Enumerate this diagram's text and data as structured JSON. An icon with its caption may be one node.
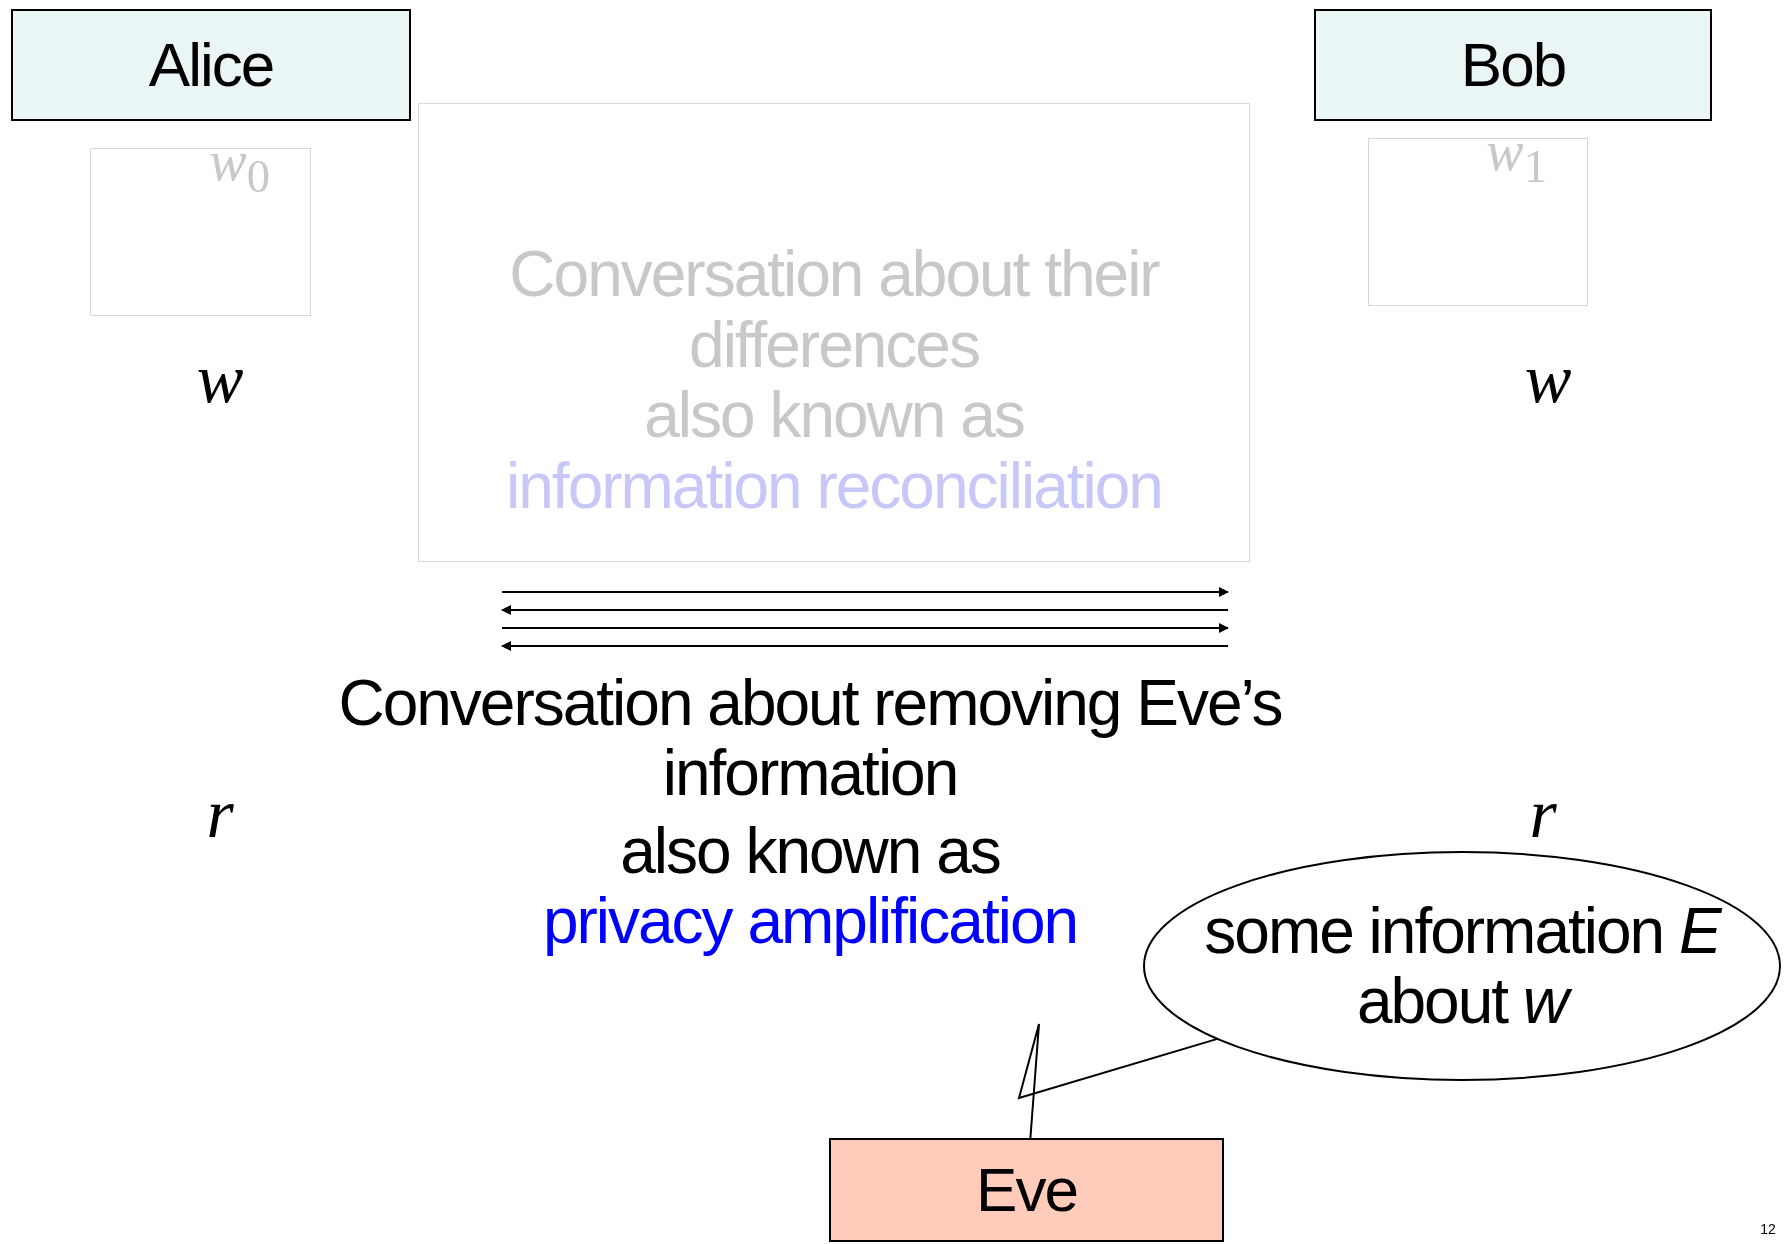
{
  "diagram": {
    "nodes": [
      {
        "text": [
          "Alice"
        ]
      },
      {
        "text": [
          "Bob"
        ]
      },
      {
        "text": [
          "*w*$_{0}$"
        ]
      },
      {
        "text": [
          "*w*$_{1}$"
        ]
      },
      {
        "text": [
          "Conversation about their differences",
          "also known as",
          "information reconciliation"
        ]
      },
      {
        "text": [
          "some information *E* about *w*"
        ]
      },
      {
        "text": [
          "Eve"
        ]
      }
    ],
    "edges": [
      {
        "from": 6,
        "to": 5,
        "arrow": "none"
      }
    ],
    "labels": [
      "w",
      "w",
      "Conversation about removing Eve’s information",
      "also known as",
      "privacy amplification",
      "r",
      "r",
      "12"
    ]
  }
}
